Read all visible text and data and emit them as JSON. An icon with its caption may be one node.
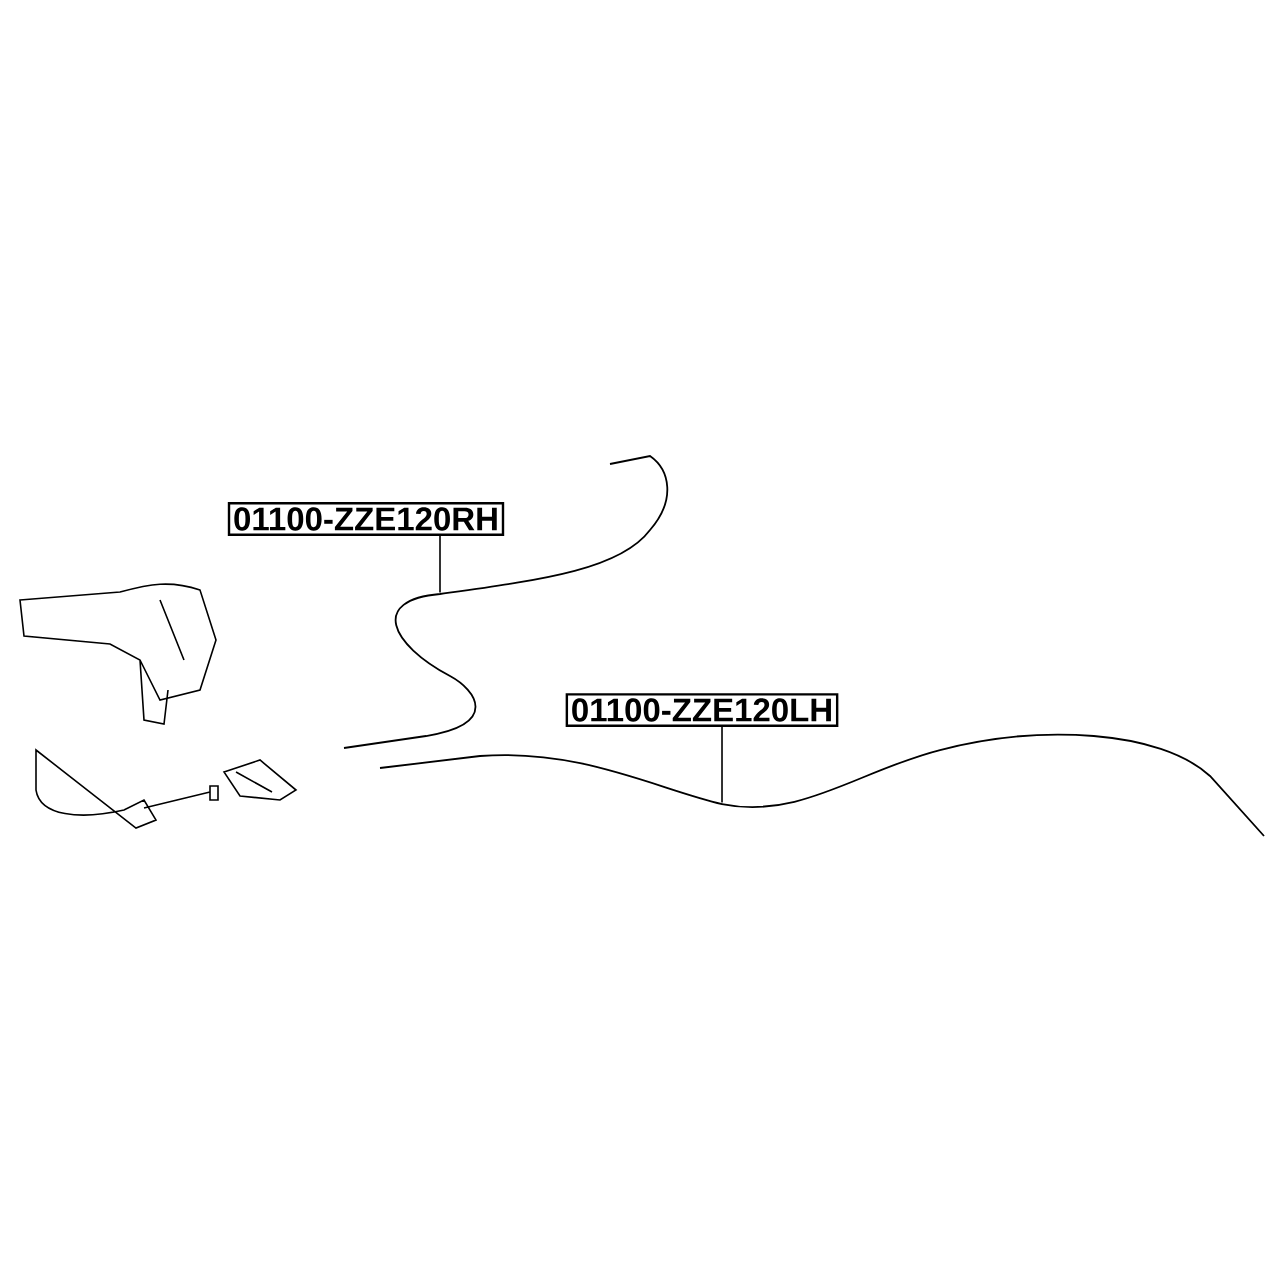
{
  "diagram": {
    "nodes": [
      {
        "text": [
          "01100-ZZE120RH"
        ]
      },
      {
        "text": [],
        "shape": "picture"
      },
      {
        "text": [
          "01100-ZZE120LH"
        ]
      },
      {
        "text": [],
        "shape": "picture"
      }
    ],
    "edges": [
      {
        "from": 0,
        "to": 1,
        "arrow": "none"
      },
      {
        "from": 2,
        "to": 3,
        "arrow": "none"
      }
    ]
  }
}
